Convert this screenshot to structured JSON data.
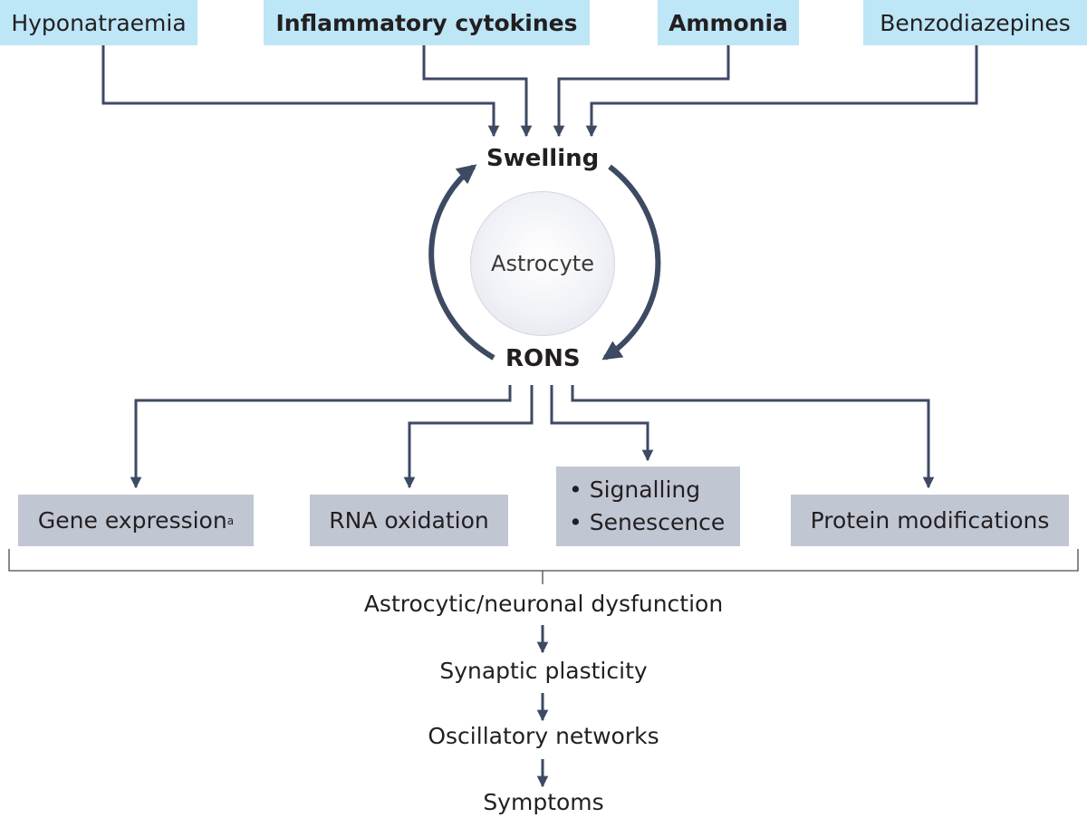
{
  "inputs": {
    "hyponatraemia": "Hyponatraemia",
    "cytokines": "Inflammatory cytokines",
    "ammonia": "Ammonia",
    "benzodiazepines": "Benzodiazepines"
  },
  "cycle": {
    "swelling": "Swelling",
    "cell": "Astrocyte",
    "rons": "RONS"
  },
  "outcomes": {
    "gene_expression": "Gene expression",
    "gene_expression_note": "a",
    "rna_oxidation": "RNA oxidation",
    "signalling": "Signalling",
    "senescence": "Senescence",
    "bullet": "•",
    "protein_modifications": "Protein modifications"
  },
  "cascade": {
    "dysfunction": "Astrocytic/neuronal dysfunction",
    "plasticity": "Synaptic plasticity",
    "networks": "Oscillatory networks",
    "symptoms": "Symptoms"
  },
  "colors": {
    "arrow": "#3d4a63",
    "top_box": "#bde6f7",
    "bottom_box": "#c1c6d3",
    "bracket": "#4a4a4a"
  }
}
